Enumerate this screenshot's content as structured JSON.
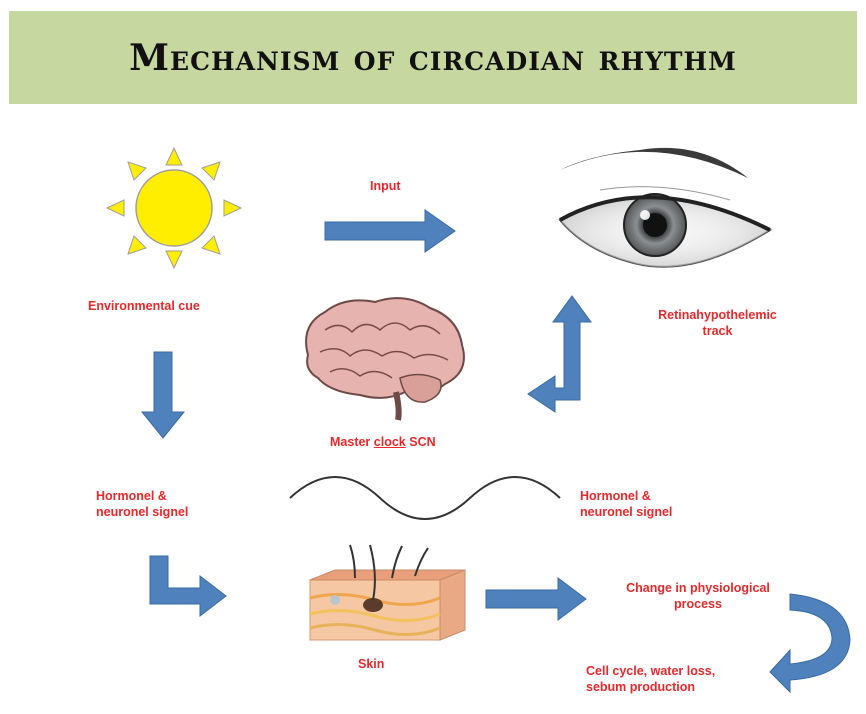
{
  "title": "Mechanism of circadian rhythm",
  "labels": {
    "input": "Input",
    "environmental_cue": "Environmental  cue",
    "retino_line1": "Retinahypothelemic",
    "retino_line2": "track",
    "master_prefix": "Master",
    "master_clock": "clock",
    "master_suffix": "SCN",
    "hormonal_left_line1": "Hormonel  &",
    "hormonal_left_line2": "neuronel signel",
    "hormonal_right_line1": "Hormonel  &",
    "hormonal_right_line2": "neuronel signel",
    "skin": "Skin",
    "change_line1": "Change in physiological",
    "change_line2": "process",
    "cellcycle_line1": "Cell cycle, water loss,",
    "cellcycle_line2": "sebum  production"
  },
  "colors": {
    "title_band": "#c6d7a0",
    "label_red": "#e8292c",
    "arrow_blue": "#4f81bd",
    "sun_yellow": "#ffee00"
  },
  "icons": [
    "sun-icon",
    "eye-icon",
    "brain-icon",
    "skin-icon",
    "wave-icon"
  ]
}
